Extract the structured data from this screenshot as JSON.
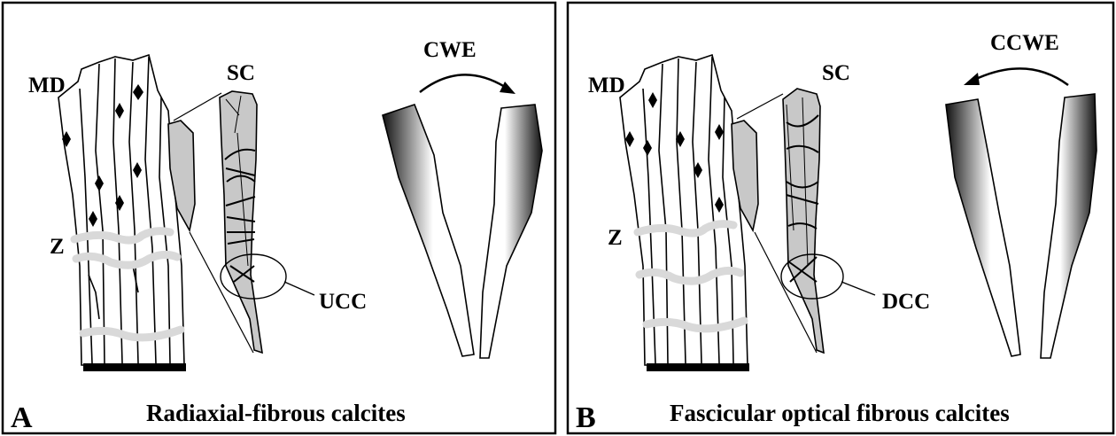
{
  "panel_a": {
    "letter": "A",
    "caption": "Radiaxial-fibrous calcites",
    "labels": {
      "md": "MD",
      "sc": "SC",
      "z": "Z",
      "ucc": "UCC",
      "cwe": "CWE"
    }
  },
  "panel_b": {
    "letter": "B",
    "caption": "Fascicular optical fibrous calcites",
    "labels": {
      "md": "MD",
      "sc": "SC",
      "z": "Z",
      "dcc": "DCC",
      "ccwe": "CCWE"
    }
  },
  "colors": {
    "crystal_fill": "#c8c8c8",
    "zone_band": "#d9d9d9",
    "ink": "#000000"
  }
}
